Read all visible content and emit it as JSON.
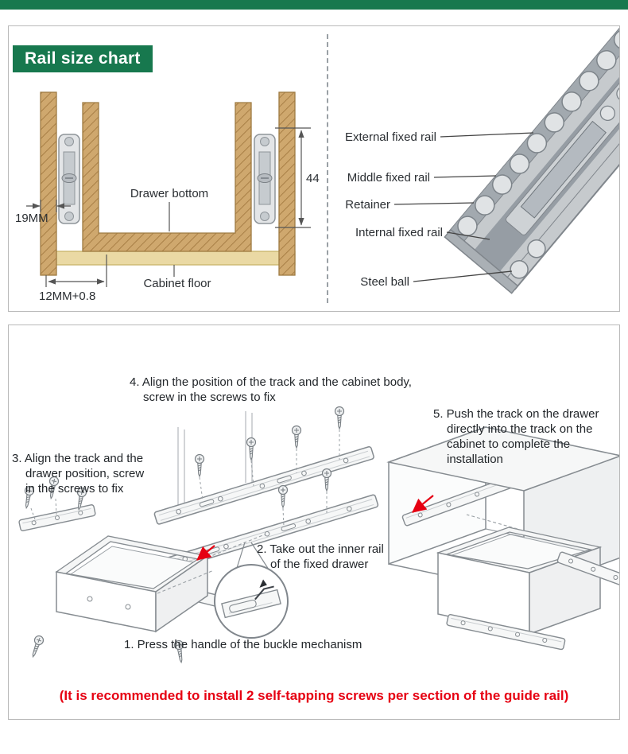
{
  "colors": {
    "green": "#17784e",
    "red": "#e60012",
    "wood": "#cfa86e",
    "wood_line": "#a87f46",
    "floor": "#ead9a4",
    "metal_light": "#e0e3e5",
    "metal_mid": "#c6cacd",
    "metal_dark": "#9aa1a7",
    "panel_border": "#b9b9b9"
  },
  "size_chart": {
    "title": "Rail size chart",
    "dims": {
      "side_thickness": "19MM",
      "rail_height": "44",
      "bottom_clearance": "12MM+0.8"
    },
    "labels": {
      "drawer_bottom": "Drawer bottom",
      "cabinet_floor": "Cabinet floor"
    },
    "parts": [
      {
        "label": "External fixed rail"
      },
      {
        "label": "Middle fixed rail"
      },
      {
        "label": "Retainer"
      },
      {
        "label": "Internal fixed rail"
      },
      {
        "label": "Steel ball"
      }
    ]
  },
  "installation": {
    "steps": {
      "step1": {
        "lines": [
          "1. Press the handle of the buckle mechanism"
        ]
      },
      "step2": {
        "lines": [
          "2. Take out the inner rail",
          "of the fixed drawer"
        ]
      },
      "step3": {
        "lines": [
          "3. Align the track and the",
          "drawer position, screw",
          "in the screws to fix"
        ]
      },
      "step4": {
        "lines": [
          "4. Align the position of the track and the cabinet body,",
          "screw in the screws to fix"
        ]
      },
      "step5": {
        "lines": [
          "5. Push the track on the drawer",
          "directly into the track on the",
          "cabinet to complete the",
          "installation"
        ]
      }
    },
    "note": "(It is recommended to install 2 self-tapping screws per section of the guide rail)"
  }
}
